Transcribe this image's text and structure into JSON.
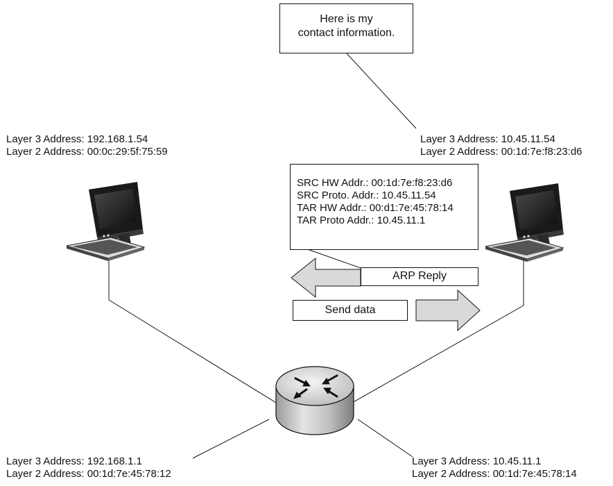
{
  "speech_bubble": {
    "line1": "Here is my",
    "line2": "contact information."
  },
  "left_host": {
    "layer3": "Layer 3 Address: 192.168.1.54",
    "layer2": "Layer 2 Address: 00:0c:29:5f:75:59"
  },
  "right_host": {
    "layer3": "Layer 3 Address: 10.45.11.54",
    "layer2": "Layer 2 Address: 00:1d:7e:f8:23:d6"
  },
  "router_left": {
    "layer3": "Layer 3 Address: 192.168.1.1",
    "layer2": "Layer 2 Address: 00:1d:7e:45:78:12"
  },
  "router_right": {
    "layer3": "Layer 3 Address: 10.45.11.1",
    "layer2": "Layer 2 Address: 00:1d:7e:45:78:14"
  },
  "arp_packet": {
    "src_hw": "SRC HW Addr.: 00:1d:7e:f8:23:d6",
    "src_proto": "SRC Proto. Addr.: 10.45.11.54",
    "tar_hw": "TAR HW Addr.: 00:d1:7e:45:78:14",
    "tar_proto": "TAR Proto Addr.: 10.45.11.1"
  },
  "arp_reply_label": "ARP Reply",
  "send_data_label": "Send data"
}
